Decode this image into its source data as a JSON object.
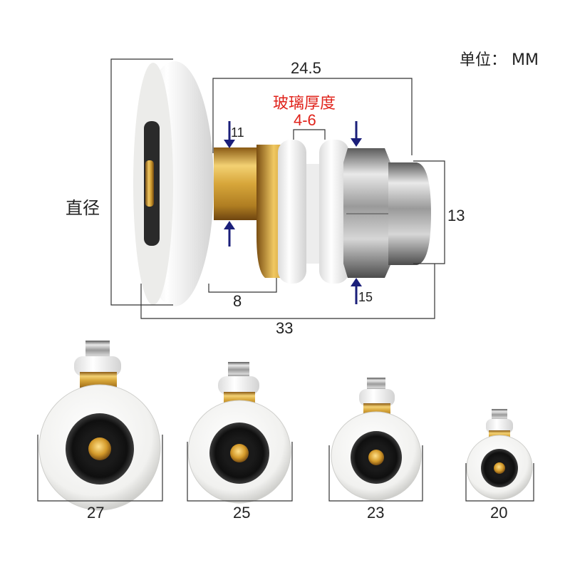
{
  "unit_label": "单位： MM",
  "diameter_label": "直径",
  "glass_label": "玻璃厚度",
  "glass_range": "4-6",
  "dims": {
    "length_24_5": "24.5",
    "length_33": "33",
    "length_8": "8",
    "height_13": "13",
    "stem_11": "11",
    "nut_15": "15"
  },
  "sizes": [
    "27",
    "25",
    "23",
    "20"
  ],
  "colors": {
    "accent_red": "#e0231b",
    "arrow_navy": "#1b1f7a",
    "brass": "#c99a2e",
    "nylon_white": "#f4f4f2",
    "chrome": "#a8a8a8"
  },
  "icons": [
    "arrow-down-icon",
    "arrow-up-icon"
  ]
}
